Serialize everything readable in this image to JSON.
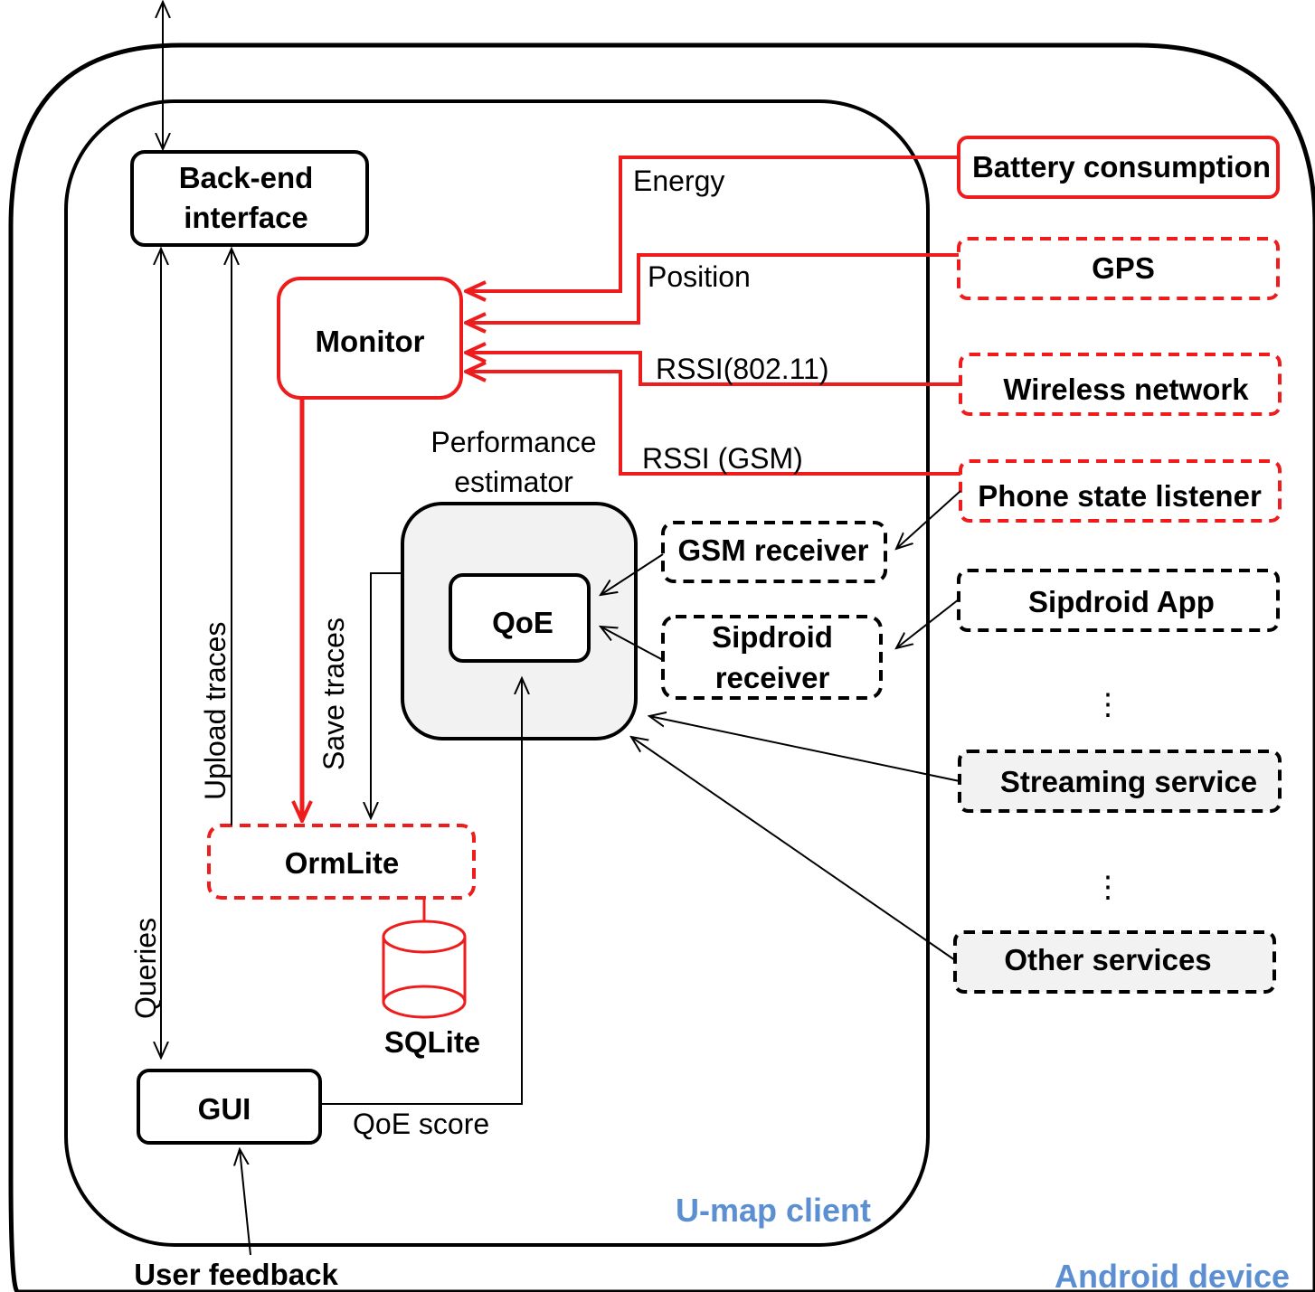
{
  "containers": {
    "android_device": "Android device",
    "umap_client": "U-map client"
  },
  "components": {
    "backend_interface_line1": "Back-end",
    "backend_interface_line2": "interface",
    "monitor": "Monitor",
    "performance_estimator_line1": "Performance",
    "performance_estimator_line2": "estimator",
    "qoe": "QoE",
    "ormlite": "OrmLite",
    "sqlite": "SQLite",
    "gui": "GUI",
    "gsm_receiver": "GSM receiver",
    "sipdroid_receiver_line1": "Sipdroid",
    "sipdroid_receiver_line2": "receiver"
  },
  "sources": {
    "battery": "Battery consumption",
    "gps": "GPS",
    "wireless": "Wireless network",
    "phone_state": "Phone state listener",
    "sipdroid_app": "Sipdroid App",
    "ellipsis1": "⋮",
    "streaming": "Streaming service",
    "ellipsis2": "⋮",
    "other": "Other services"
  },
  "edge_labels": {
    "energy": "Energy",
    "position": "Position",
    "rssi_80211": "RSSI(802.11)",
    "rssi_gsm": "RSSI (GSM)",
    "upload_traces": "Upload traces",
    "save_traces": "Save traces",
    "queries": "Queries",
    "qoe_score": "QoE score",
    "user_feedback": "User feedback"
  },
  "colors": {
    "red": "#ee1c1c",
    "black": "#000000",
    "blue_label": "#5b8fd1",
    "grey_fill": "#f2f2f2"
  }
}
